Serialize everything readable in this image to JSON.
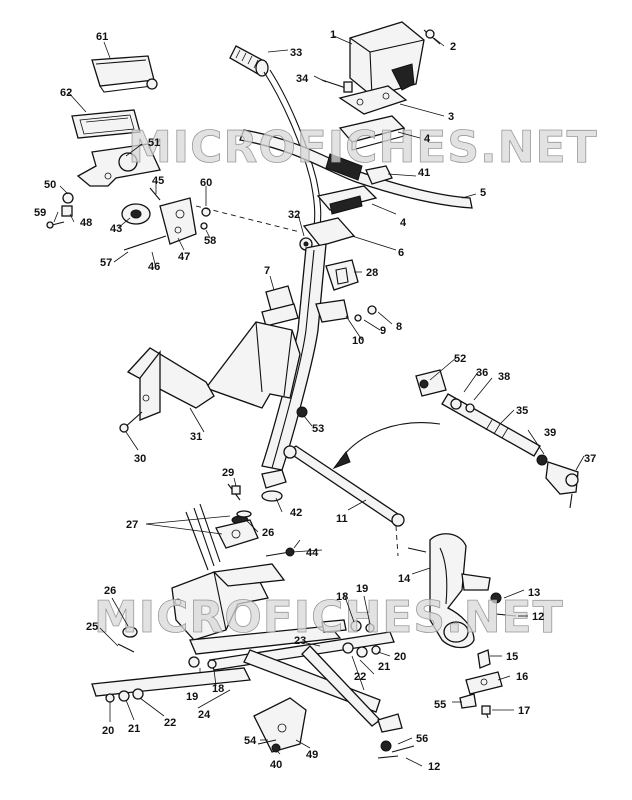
{
  "watermark": "MICROFICHES.NET",
  "callouts": [
    {
      "id": "c1",
      "label": "1"
    },
    {
      "id": "c2",
      "label": "2"
    },
    {
      "id": "c3",
      "label": "3"
    },
    {
      "id": "c4a",
      "label": "4"
    },
    {
      "id": "c4b",
      "label": "4"
    },
    {
      "id": "c5",
      "label": "5"
    },
    {
      "id": "c6",
      "label": "6"
    },
    {
      "id": "c7",
      "label": "7"
    },
    {
      "id": "c8",
      "label": "8"
    },
    {
      "id": "c9",
      "label": "9"
    },
    {
      "id": "c10",
      "label": "10"
    },
    {
      "id": "c11",
      "label": "11"
    },
    {
      "id": "c12a",
      "label": "12"
    },
    {
      "id": "c12b",
      "label": "12"
    },
    {
      "id": "c13",
      "label": "13"
    },
    {
      "id": "c14",
      "label": "14"
    },
    {
      "id": "c15",
      "label": "15"
    },
    {
      "id": "c16",
      "label": "16"
    },
    {
      "id": "c17",
      "label": "17"
    },
    {
      "id": "c18a",
      "label": "18"
    },
    {
      "id": "c18b",
      "label": "18"
    },
    {
      "id": "c19a",
      "label": "19"
    },
    {
      "id": "c19b",
      "label": "19"
    },
    {
      "id": "c20a",
      "label": "20"
    },
    {
      "id": "c20b",
      "label": "20"
    },
    {
      "id": "c21a",
      "label": "21"
    },
    {
      "id": "c21b",
      "label": "21"
    },
    {
      "id": "c22a",
      "label": "22"
    },
    {
      "id": "c22b",
      "label": "22"
    },
    {
      "id": "c23",
      "label": "23"
    },
    {
      "id": "c24",
      "label": "24"
    },
    {
      "id": "c25",
      "label": "25"
    },
    {
      "id": "c26a",
      "label": "26"
    },
    {
      "id": "c26b",
      "label": "26"
    },
    {
      "id": "c27",
      "label": "27"
    },
    {
      "id": "c28",
      "label": "28"
    },
    {
      "id": "c29",
      "label": "29"
    },
    {
      "id": "c30",
      "label": "30"
    },
    {
      "id": "c31",
      "label": "31"
    },
    {
      "id": "c32",
      "label": "32"
    },
    {
      "id": "c33",
      "label": "33"
    },
    {
      "id": "c34",
      "label": "34"
    },
    {
      "id": "c35",
      "label": "35"
    },
    {
      "id": "c36",
      "label": "36"
    },
    {
      "id": "c37",
      "label": "37"
    },
    {
      "id": "c38",
      "label": "38"
    },
    {
      "id": "c39",
      "label": "39"
    },
    {
      "id": "c40",
      "label": "40"
    },
    {
      "id": "c41",
      "label": "41"
    },
    {
      "id": "c42",
      "label": "42"
    },
    {
      "id": "c43",
      "label": "43"
    },
    {
      "id": "c44",
      "label": "44"
    },
    {
      "id": "c45",
      "label": "45"
    },
    {
      "id": "c46",
      "label": "46"
    },
    {
      "id": "c47",
      "label": "47"
    },
    {
      "id": "c48",
      "label": "48"
    },
    {
      "id": "c49",
      "label": "49"
    },
    {
      "id": "c50",
      "label": "50"
    },
    {
      "id": "c51",
      "label": "51"
    },
    {
      "id": "c52",
      "label": "52"
    },
    {
      "id": "c53",
      "label": "53"
    },
    {
      "id": "c54",
      "label": "54"
    },
    {
      "id": "c55",
      "label": "55"
    },
    {
      "id": "c56",
      "label": "56"
    },
    {
      "id": "c57",
      "label": "57"
    },
    {
      "id": "c58",
      "label": "58"
    },
    {
      "id": "c59",
      "label": "59"
    },
    {
      "id": "c60",
      "label": "60"
    },
    {
      "id": "c61",
      "label": "61"
    },
    {
      "id": "c62",
      "label": "62"
    }
  ]
}
